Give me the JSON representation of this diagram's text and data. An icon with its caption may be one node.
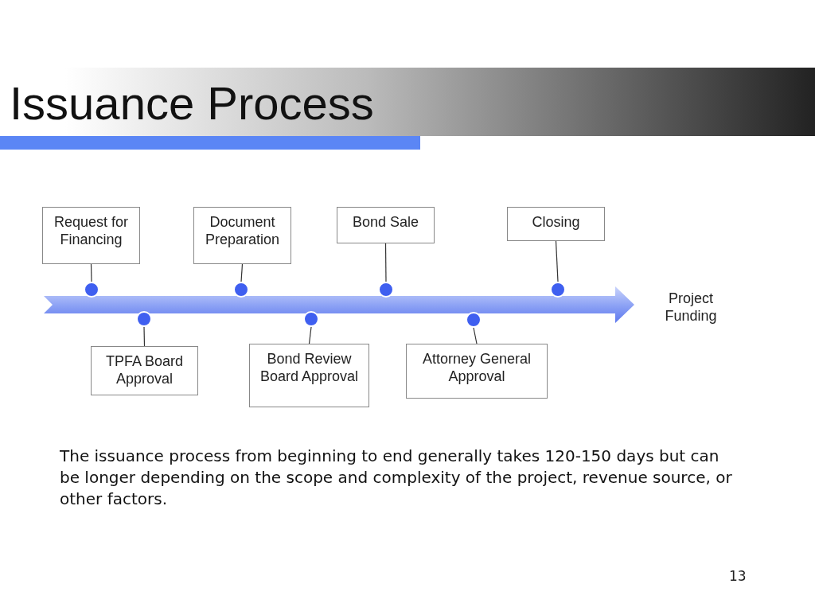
{
  "diagram": {
    "title": "Issuance Process",
    "nodes": [
      {
        "text": [
          "Request for Financing"
        ]
      },
      {
        "text": [
          "Document Preparation"
        ]
      },
      {
        "text": [
          "Bond Sale"
        ]
      },
      {
        "text": [
          "Closing"
        ]
      },
      {
        "text": [
          "TPFA Board Approval"
        ]
      },
      {
        "text": [
          "Bond Review Board Approval"
        ]
      },
      {
        "text": [
          "Attorney General Approval"
        ]
      },
      {
        "text": [],
        "shape": "circle"
      },
      {
        "text": [],
        "shape": "circle"
      },
      {
        "text": [],
        "shape": "circle"
      },
      {
        "text": [],
        "shape": "circle"
      },
      {
        "text": [],
        "shape": "circle"
      },
      {
        "text": [],
        "shape": "circle"
      },
      {
        "text": [],
        "shape": "circle"
      }
    ],
    "edges": [
      {
        "from": 0,
        "to": 7,
        "arrow": "none"
      },
      {
        "from": 4,
        "to": 8,
        "arrow": "none"
      },
      {
        "from": 1,
        "to": 9,
        "arrow": "none"
      },
      {
        "from": 5,
        "to": 10,
        "arrow": "none"
      },
      {
        "from": 2,
        "to": 11,
        "arrow": "none"
      },
      {
        "from": 6,
        "to": 12,
        "arrow": "none"
      },
      {
        "from": 3,
        "to": 13,
        "arrow": "none"
      }
    ],
    "labels": [
      "Project Funding",
      "The issuance process from beginning to end generally takes 120-150 days but can be longer depending on the scope and complexity of the project, revenue source, or other factors.",
      "13"
    ]
  }
}
